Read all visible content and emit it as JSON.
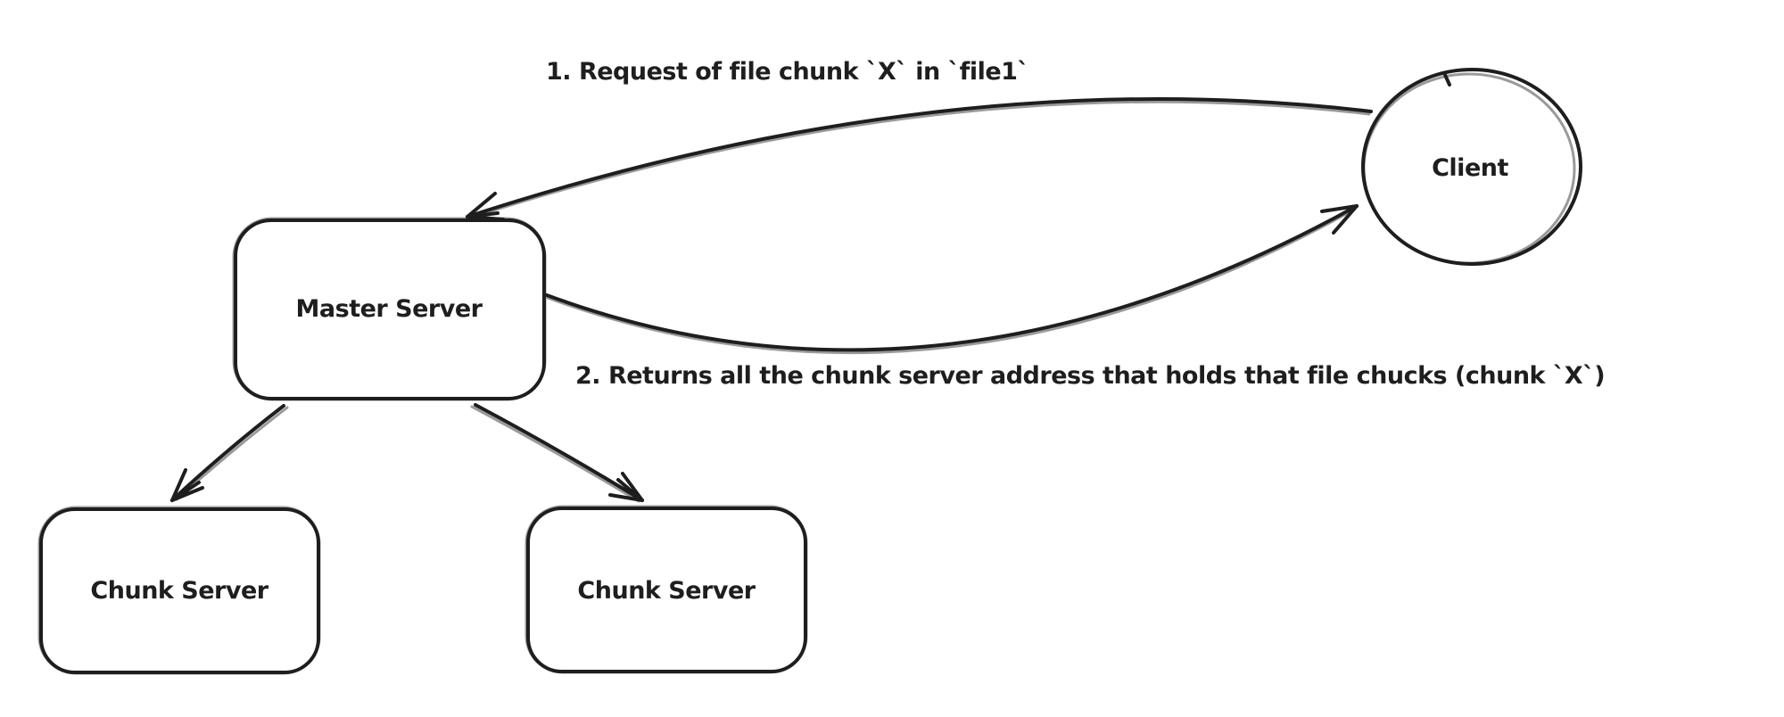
{
  "canvas": {
    "background": "#ffffff",
    "ink_color": "#1e1e1e",
    "style": "hand-drawn"
  },
  "nodes": [
    {
      "id": "client",
      "shape": "ellipse",
      "label": "Client"
    },
    {
      "id": "master-server",
      "shape": "rounded-rectangle",
      "label": "Master Server"
    },
    {
      "id": "chunk-server-1",
      "shape": "rounded-rectangle",
      "label": "Chunk Server"
    },
    {
      "id": "chunk-server-2",
      "shape": "rounded-rectangle",
      "label": "Chunk Server"
    }
  ],
  "edges": [
    {
      "from": "client",
      "to": "master-server",
      "style": "curved-arrow",
      "label": "1. Request of file chunk `X` in `file1`"
    },
    {
      "from": "master-server",
      "to": "client",
      "style": "curved-arrow",
      "label": "2. Returns all the chunk server address that holds that file chucks (chunk `X`)"
    },
    {
      "from": "master-server",
      "to": "chunk-server-1",
      "style": "straight-arrow",
      "label": ""
    },
    {
      "from": "master-server",
      "to": "chunk-server-2",
      "style": "straight-arrow",
      "label": ""
    }
  ]
}
